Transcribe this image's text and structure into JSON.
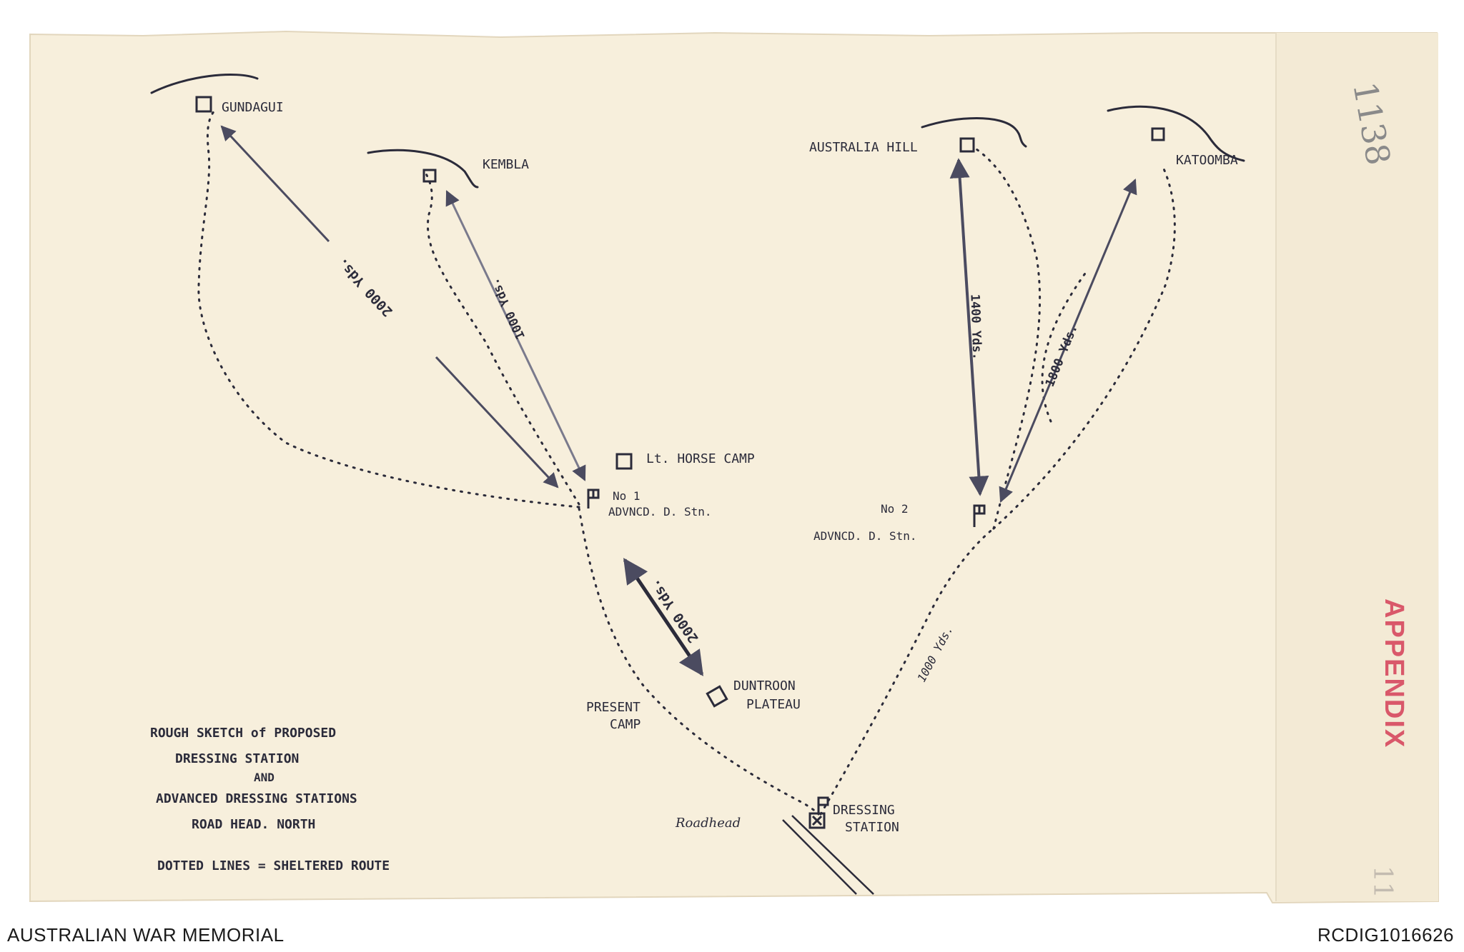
{
  "map": {
    "places": {
      "gundagui": "GUNDAGUI",
      "kembla": "KEMBLA",
      "australia_hill": "AUSTRALIA HILL",
      "katoomba": "KATOOMBA",
      "lt_horse_camp": "Lt. HORSE CAMP",
      "no1_line1": "No 1",
      "no1_line2": "ADVNCD. D. Stn.",
      "no2_line1": "No 2",
      "no2_line2": "ADVNCD. D. Stn.",
      "present_camp_1": "PRESENT",
      "present_camp_2": "CAMP",
      "duntroon_1": "DUNTROON",
      "duntroon_2": "PLATEAU",
      "dressing_1": "DRESSING",
      "dressing_2": "STATION",
      "roadhead": "Roadhead"
    },
    "distances": {
      "gundagui": "2000 Yds.",
      "kembla": "1000 Yds.",
      "australia_hill": "1400 Yds.",
      "katoomba": "1800 Yds.",
      "present_camp": "2000 Yds.",
      "dressing_station": "1000 Yds."
    },
    "legend": {
      "line1": "ROUGH SKETCH of PROPOSED",
      "line2": "DRESSING STATION",
      "line3": "AND",
      "line4": "ADVANCED DRESSING STATIONS",
      "line5": "ROAD HEAD. NORTH",
      "line6": "DOTTED LINES = SHELTERED ROUTE"
    },
    "margin_notes": {
      "folio": "1138",
      "stamp": "APPENDIX",
      "page_number": "11"
    }
  },
  "footer": {
    "left": "AUSTRALIAN WAR MEMORIAL",
    "right": "RCDIG1016626"
  },
  "colors": {
    "paper": "#f7efdc",
    "ink": "#2b2b3a",
    "arrow": "#4b4b60",
    "stamp": "#d9586a"
  }
}
